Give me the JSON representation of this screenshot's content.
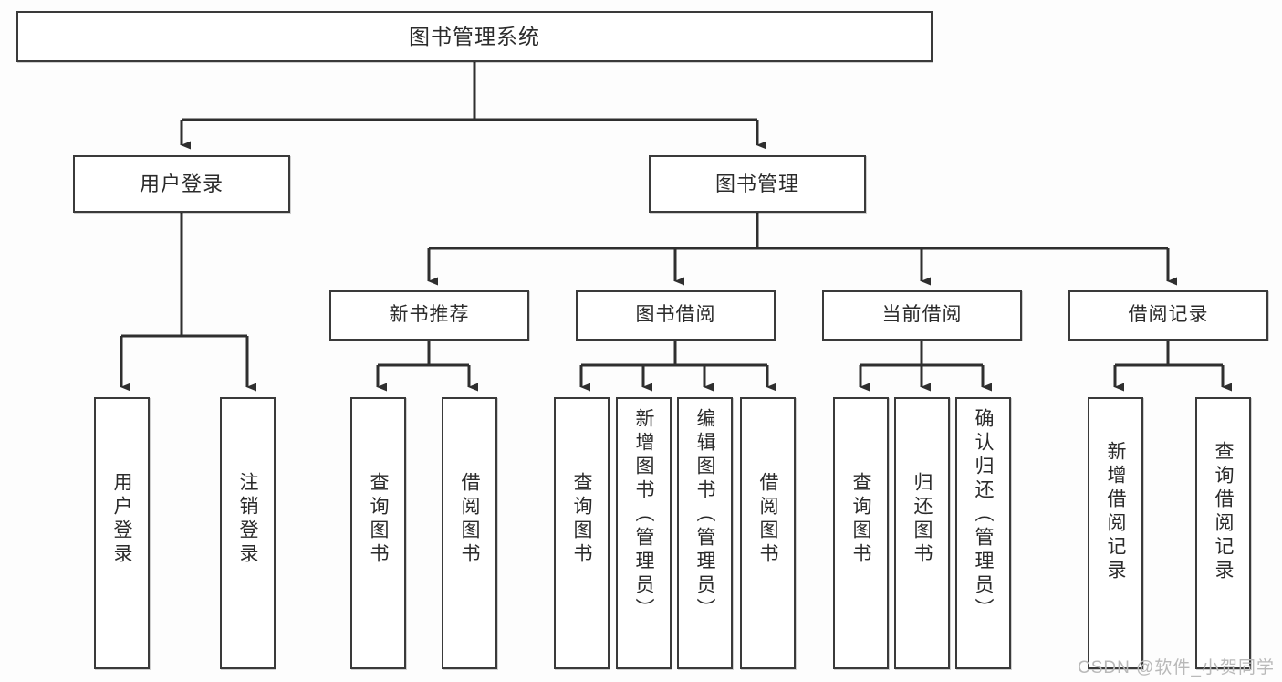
{
  "diagram": {
    "title": "图书管理系统",
    "watermark": "CSDN @软件_小贺同学",
    "colors": {
      "box_border": "#3a3a3a",
      "box_fill": "#ffffff",
      "connector": "#2f2f2f",
      "text": "#2b2b2b",
      "background": "#fdfdfd",
      "watermark": "#b9b9b9"
    },
    "root": {
      "label": "图书管理系统"
    },
    "level2": [
      {
        "label": "用户登录"
      },
      {
        "label": "图书管理"
      }
    ],
    "level3": [
      {
        "label": "新书推荐"
      },
      {
        "label": "图书借阅"
      },
      {
        "label": "当前借阅"
      },
      {
        "label": "借阅记录"
      }
    ],
    "leaves": {
      "user_login": [
        {
          "label": "用户登录"
        },
        {
          "label": "注销登录"
        }
      ],
      "new_book_recommend": [
        {
          "label": "查询图书"
        },
        {
          "label": "借阅图书"
        }
      ],
      "book_borrow": [
        {
          "label": "查询图书"
        },
        {
          "label": "新增图书（管理员）"
        },
        {
          "label": "编辑图书（管理员）"
        },
        {
          "label": "借阅图书"
        }
      ],
      "current_borrow": [
        {
          "label": "查询图书"
        },
        {
          "label": "归还图书"
        },
        {
          "label": "确认归还（管理员）"
        }
      ],
      "borrow_record": [
        {
          "label": "新增借阅记录"
        },
        {
          "label": "查询借阅记录"
        }
      ]
    }
  }
}
